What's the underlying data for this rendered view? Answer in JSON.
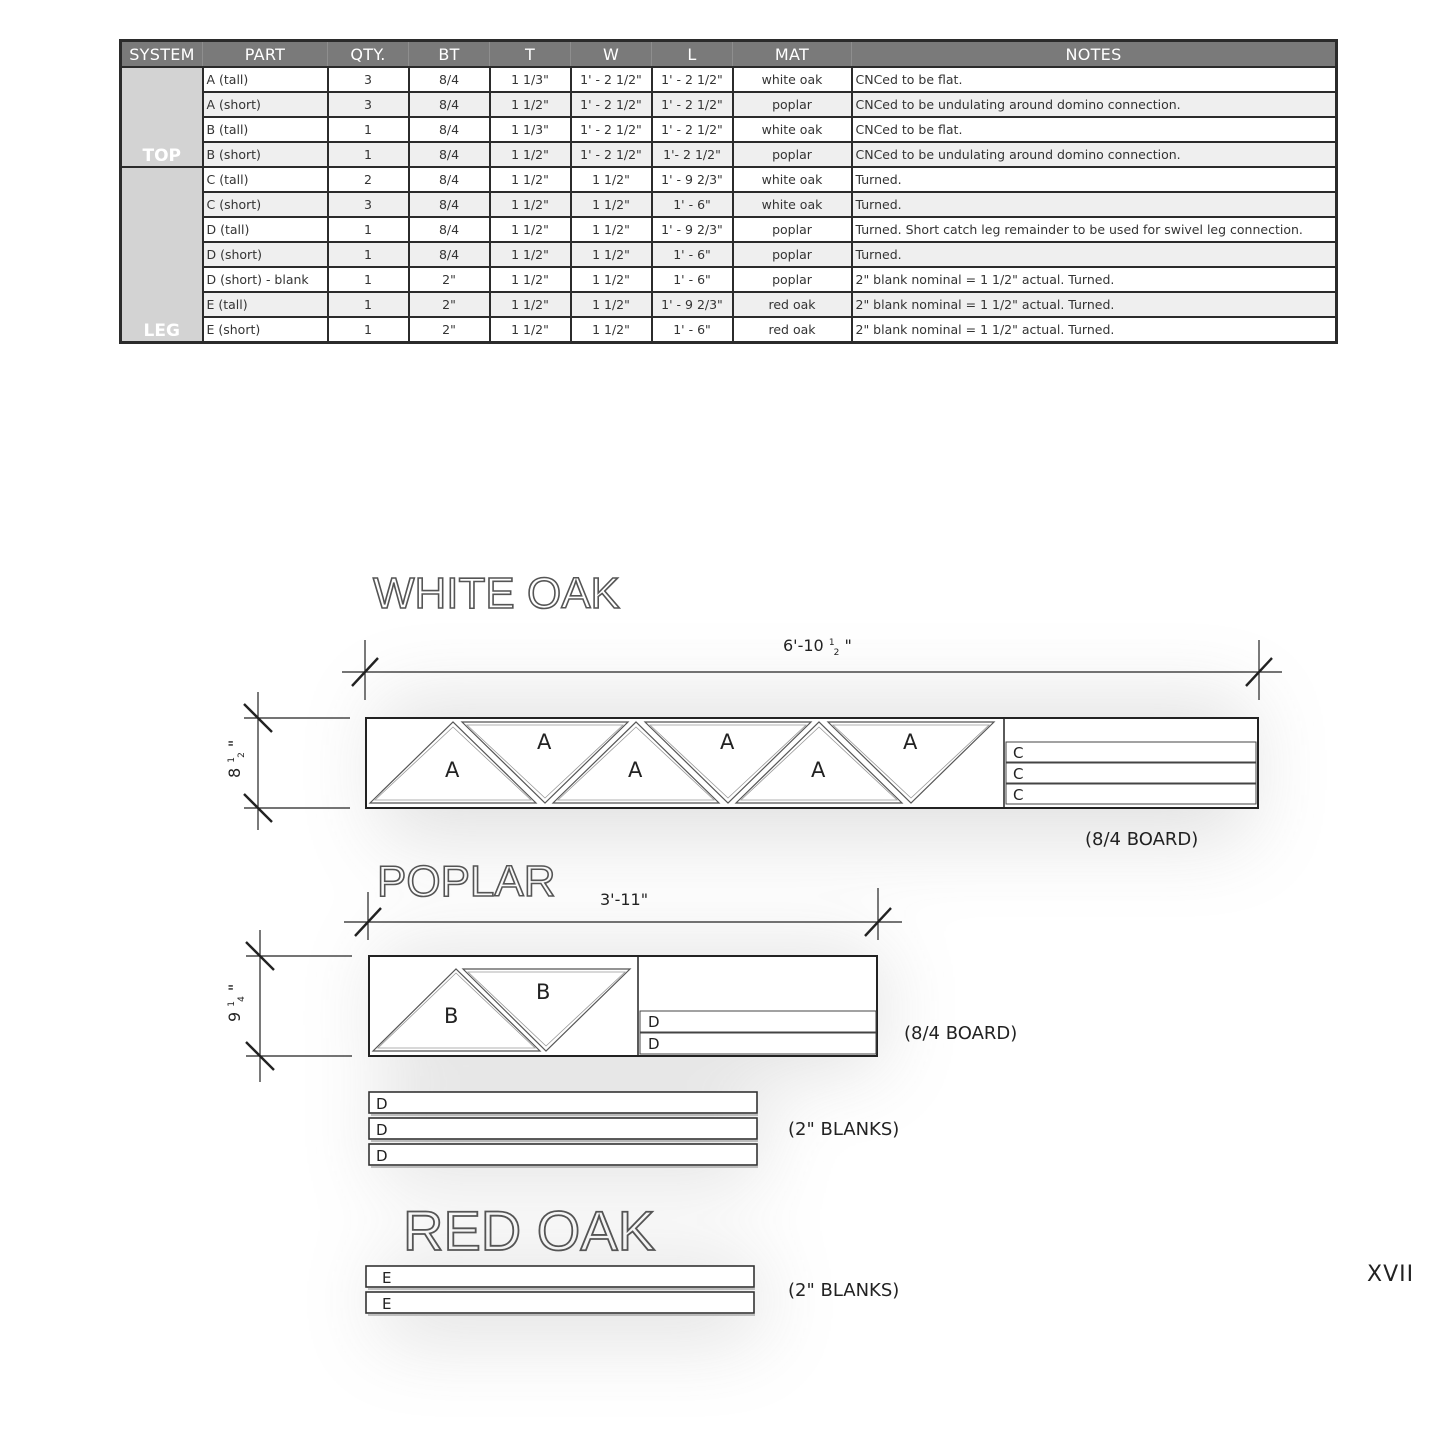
{
  "table": {
    "headers": [
      "SYSTEM",
      "PART",
      "QTY.",
      "BT",
      "T",
      "W",
      "L",
      "MAT",
      "NOTES"
    ],
    "systems": [
      {
        "label": "TOP",
        "rows": [
          [
            "A (tall)",
            "3",
            "8/4",
            "1 1/3\"",
            "1' - 2 1/2\"",
            "1' - 2 1/2\"",
            "white oak",
            "CNCed to be flat."
          ],
          [
            "A (short)",
            "3",
            "8/4",
            "1 1/2\"",
            "1' - 2 1/2\"",
            "1' - 2 1/2\"",
            "poplar",
            "CNCed to be undulating around domino connection."
          ],
          [
            "B (tall)",
            "1",
            "8/4",
            "1 1/3\"",
            "1' - 2 1/2\"",
            "1' - 2 1/2\"",
            "white oak",
            "CNCed to be flat."
          ],
          [
            "B (short)",
            "1",
            "8/4",
            "1 1/2\"",
            "1' - 2 1/2\"",
            "1'- 2 1/2\"",
            "poplar",
            "CNCed to be undulating around domino connection."
          ]
        ]
      },
      {
        "label": "LEG",
        "rows": [
          [
            "C (tall)",
            "2",
            "8/4",
            "1 1/2\"",
            "1 1/2\"",
            "1' - 9 2/3\"",
            "white oak",
            "Turned."
          ],
          [
            "C (short)",
            "3",
            "8/4",
            "1 1/2\"",
            "1 1/2\"",
            "1' - 6\"",
            "white oak",
            "Turned."
          ],
          [
            "D (tall)",
            "1",
            "8/4",
            "1 1/2\"",
            "1 1/2\"",
            "1' - 9 2/3\"",
            "poplar",
            "Turned. Short catch leg remainder to be used for swivel leg connection."
          ],
          [
            "D (short)",
            "1",
            "8/4",
            "1 1/2\"",
            "1 1/2\"",
            "1' - 6\"",
            "poplar",
            "Turned."
          ],
          [
            "D (short) - blank",
            "1",
            "2\"",
            "1 1/2\"",
            "1 1/2\"",
            "1' - 6\"",
            "poplar",
            "2\" blank nominal = 1 1/2\" actual. Turned."
          ],
          [
            "E (tall)",
            "1",
            "2\"",
            "1 1/2\"",
            "1 1/2\"",
            "1' - 9 2/3\"",
            "red oak",
            "2\" blank nominal = 1 1/2\" actual. Turned."
          ],
          [
            "E (short)",
            "1",
            "2\"",
            "1 1/2\"",
            "1 1/2\"",
            "1' - 6\"",
            "red oak",
            "2\" blank nominal = 1 1/2\" actual. Turned."
          ]
        ]
      }
    ]
  },
  "white_oak": {
    "title": "WHITE OAK",
    "dim_length": "6'-10",
    "dim_length_frac_num": "1",
    "dim_length_frac_den": "2",
    "dim_width": "8",
    "dim_width_frac_num": "1",
    "dim_width_frac_den": "2",
    "board_label": "(8/4 BOARD)",
    "tri_labels": [
      "A",
      "A",
      "A",
      "A",
      "A",
      "A"
    ],
    "strip_labels": [
      "C",
      "C",
      "C"
    ]
  },
  "poplar": {
    "title": "POPLAR",
    "dim_length": "3'-11\"",
    "dim_width": "9",
    "dim_width_frac_num": "1",
    "dim_width_frac_den": "4",
    "board_label": "(8/4 BOARD)",
    "tri_labels": [
      "B",
      "B"
    ],
    "strip_labels": [
      "D",
      "D"
    ],
    "blanks": [
      "D",
      "D",
      "D"
    ],
    "blanks_label": "(2\" BLANKS)"
  },
  "red_oak": {
    "title": "RED OAK",
    "blanks": [
      "E",
      "E"
    ],
    "blanks_label": "(2\" BLANKS)"
  },
  "page_number": "XVII"
}
